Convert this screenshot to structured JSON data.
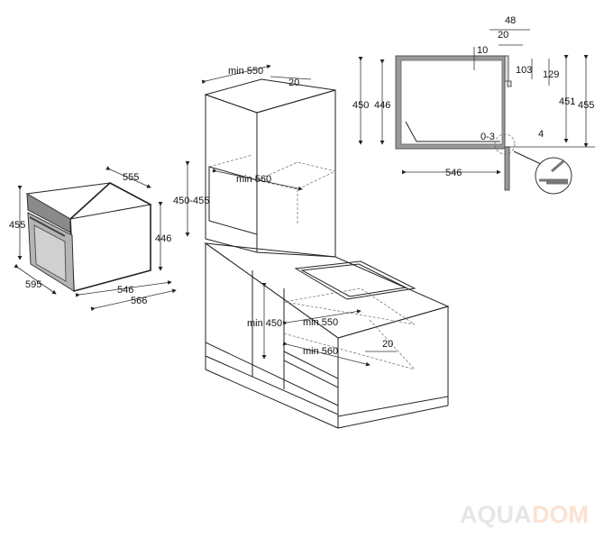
{
  "oven_view": {
    "depth_top": "555",
    "height_front": "455",
    "height_body": "446",
    "width": "595",
    "depth_body": "546",
    "depth_total": "566"
  },
  "installation_view": {
    "tall_min_depth": "min 550",
    "tall_gap": "20",
    "niche_height": "450-455",
    "niche_min_width": "min 560",
    "under_min_height": "min 450",
    "under_min_depth": "min 550",
    "under_min_width": "min 560",
    "under_gap": "20"
  },
  "section_view": {
    "total_front": "48",
    "door_offset": "20",
    "top_gap": "10",
    "outer_height": "450",
    "inner_height": "446",
    "dim_103": "103",
    "dim_129": "129",
    "dim_451": "451",
    "dim_455": "455",
    "gap_03": "0-3",
    "dim_4": "4",
    "depth": "546"
  },
  "watermark": {
    "part1": "AQUA",
    "part2": "DOM",
    "color1": "#e6e6e6",
    "color2": "#fbe2d2"
  }
}
